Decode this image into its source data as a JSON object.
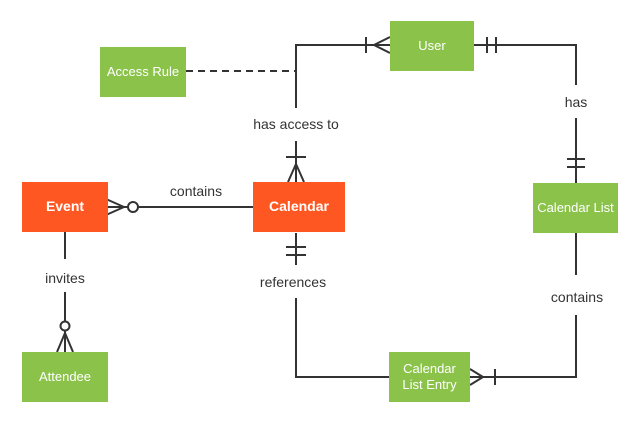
{
  "diagram_type": "entity-relationship (crow's foot notation)",
  "colors": {
    "entity_orange": "#ff5722",
    "entity_green": "#8bc34a",
    "entity_text": "#ffffff",
    "connector": "#333333",
    "label_text": "#333333",
    "background": "#ffffff"
  },
  "entities": {
    "event": {
      "label": "Event"
    },
    "calendar": {
      "label": "Calendar"
    },
    "access_rule": {
      "label": "Access Rule"
    },
    "user": {
      "label": "User"
    },
    "calendar_list": {
      "label": "Calendar List"
    },
    "calendar_list_entry": {
      "label": "Calendar List Entry"
    },
    "attendee": {
      "label": "Attendee"
    }
  },
  "relationships": {
    "contains_event_calendar": {
      "label": "contains",
      "from": "Calendar",
      "to": "Event",
      "marker_at_event": "zero-or-many (circle + crow's foot)",
      "line_style": "solid"
    },
    "invites": {
      "label": "invites",
      "from": "Event",
      "to": "Attendee",
      "marker_at_attendee": "zero-or-many (circle + crow's foot)",
      "line_style": "solid"
    },
    "has_access_to": {
      "label": "has access to",
      "from": "User",
      "to": "Calendar",
      "marker_at_user": "one-or-many (tick + crow's foot)",
      "marker_at_calendar": "one-or-many (tick + crow's foot)",
      "line_style": "solid"
    },
    "access_rule_link": {
      "label": "",
      "from": "Access Rule",
      "to": "has access to connector",
      "line_style": "dashed"
    },
    "has": {
      "label": "has",
      "from": "User",
      "to": "Calendar List",
      "marker_at_user": "exactly-one (double tick)",
      "marker_at_calendar_list": "exactly-one (double tick)",
      "line_style": "solid"
    },
    "references": {
      "label": "references",
      "from": "Calendar",
      "to": "Calendar List Entry",
      "marker_at_calendar": "exactly-one (double tick)",
      "line_style": "solid"
    },
    "contains_list_entry": {
      "label": "contains",
      "from": "Calendar List",
      "to": "Calendar List Entry",
      "marker_at_entry": "one-or-many (crow's foot + tick)",
      "line_style": "solid"
    }
  }
}
